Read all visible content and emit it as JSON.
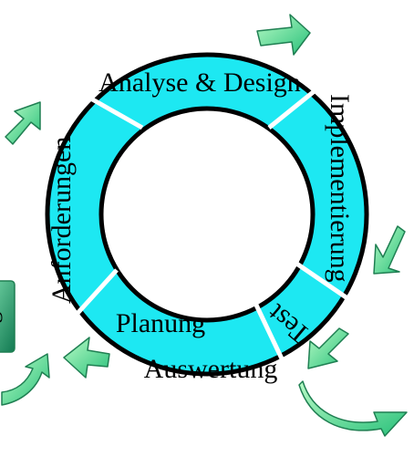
{
  "cycle": {
    "segments": [
      {
        "id": "analyse-design",
        "label": "Analyse & Design"
      },
      {
        "id": "implementierung",
        "label": "Implementierung"
      },
      {
        "id": "test",
        "label": "Test"
      },
      {
        "id": "auswertung",
        "label": "Auswertung"
      },
      {
        "id": "planung",
        "label": "Planung"
      },
      {
        "id": "anforderungen",
        "label": "Anforderungen"
      }
    ],
    "partial_box_label": "g"
  },
  "colors": {
    "ring_fill": "#1de8f2",
    "ring_stroke": "#000000",
    "divider": "#ffffff",
    "arrow_light": "#a6f7b8",
    "arrow_dark": "#2ec77a",
    "arrow_stroke": "#1f7f52",
    "box_fill": "#1f9e6a"
  }
}
